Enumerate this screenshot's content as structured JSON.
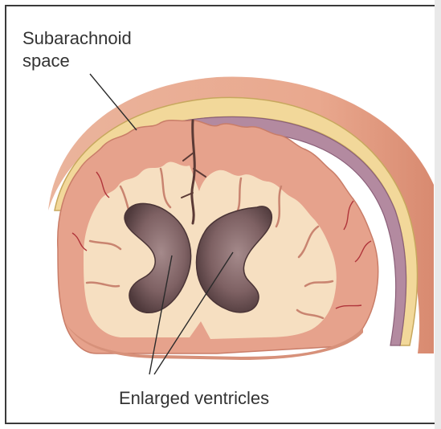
{
  "labels": {
    "subarachnoid_line1": "Subarachnoid",
    "subarachnoid_line2": "space",
    "enlarged_ventricles": "Enlarged ventricles"
  },
  "colors": {
    "skull": "#e9a98f",
    "skull_shadow": "#d98d74",
    "meninges_yellow": "#f3dc9c",
    "arachnoid_purple": "#a2708e",
    "cortex": "#e8a58f",
    "white_matter": "#f7e1c3",
    "ventricle": "#8a6a6c",
    "ventricle_dark": "#5e4648",
    "vessel": "#b03030",
    "leader_line": "#2b2b2b"
  }
}
